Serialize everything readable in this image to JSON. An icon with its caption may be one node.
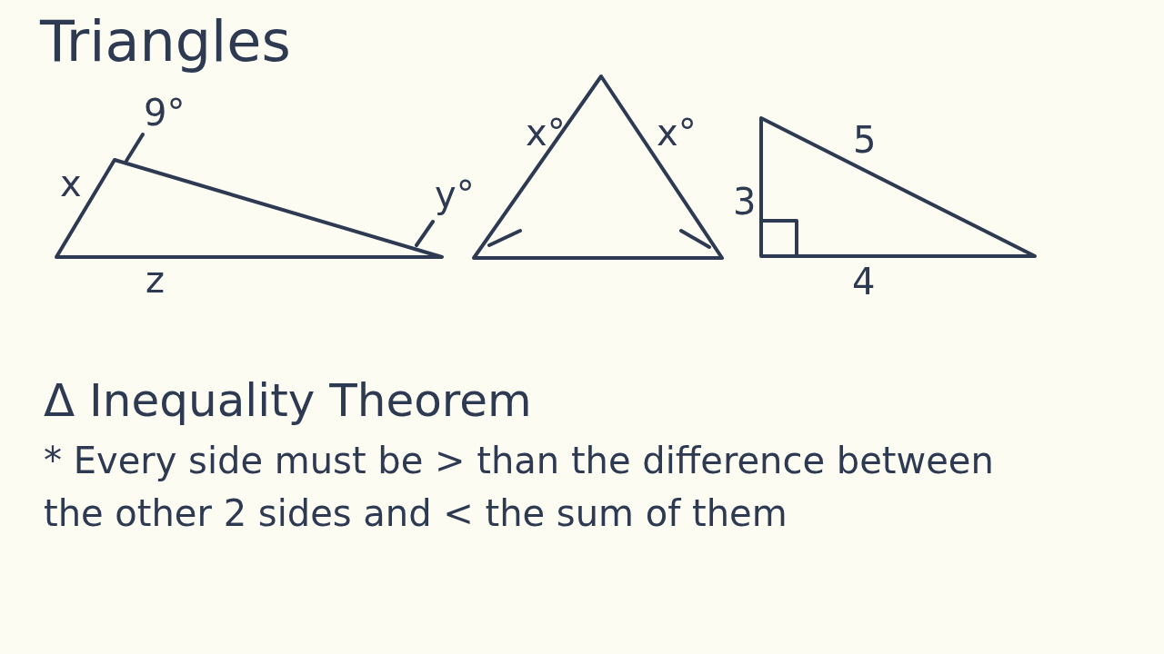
{
  "diagram": {
    "title": "Triangles",
    "labels": [
      "9°",
      "x",
      "y°",
      "z",
      "x°",
      "x°",
      "5",
      "3",
      "4",
      "Δ Inequality Theorem",
      "* Every side must be > than the difference between the other 2 sides and < the sum of them"
    ]
  }
}
